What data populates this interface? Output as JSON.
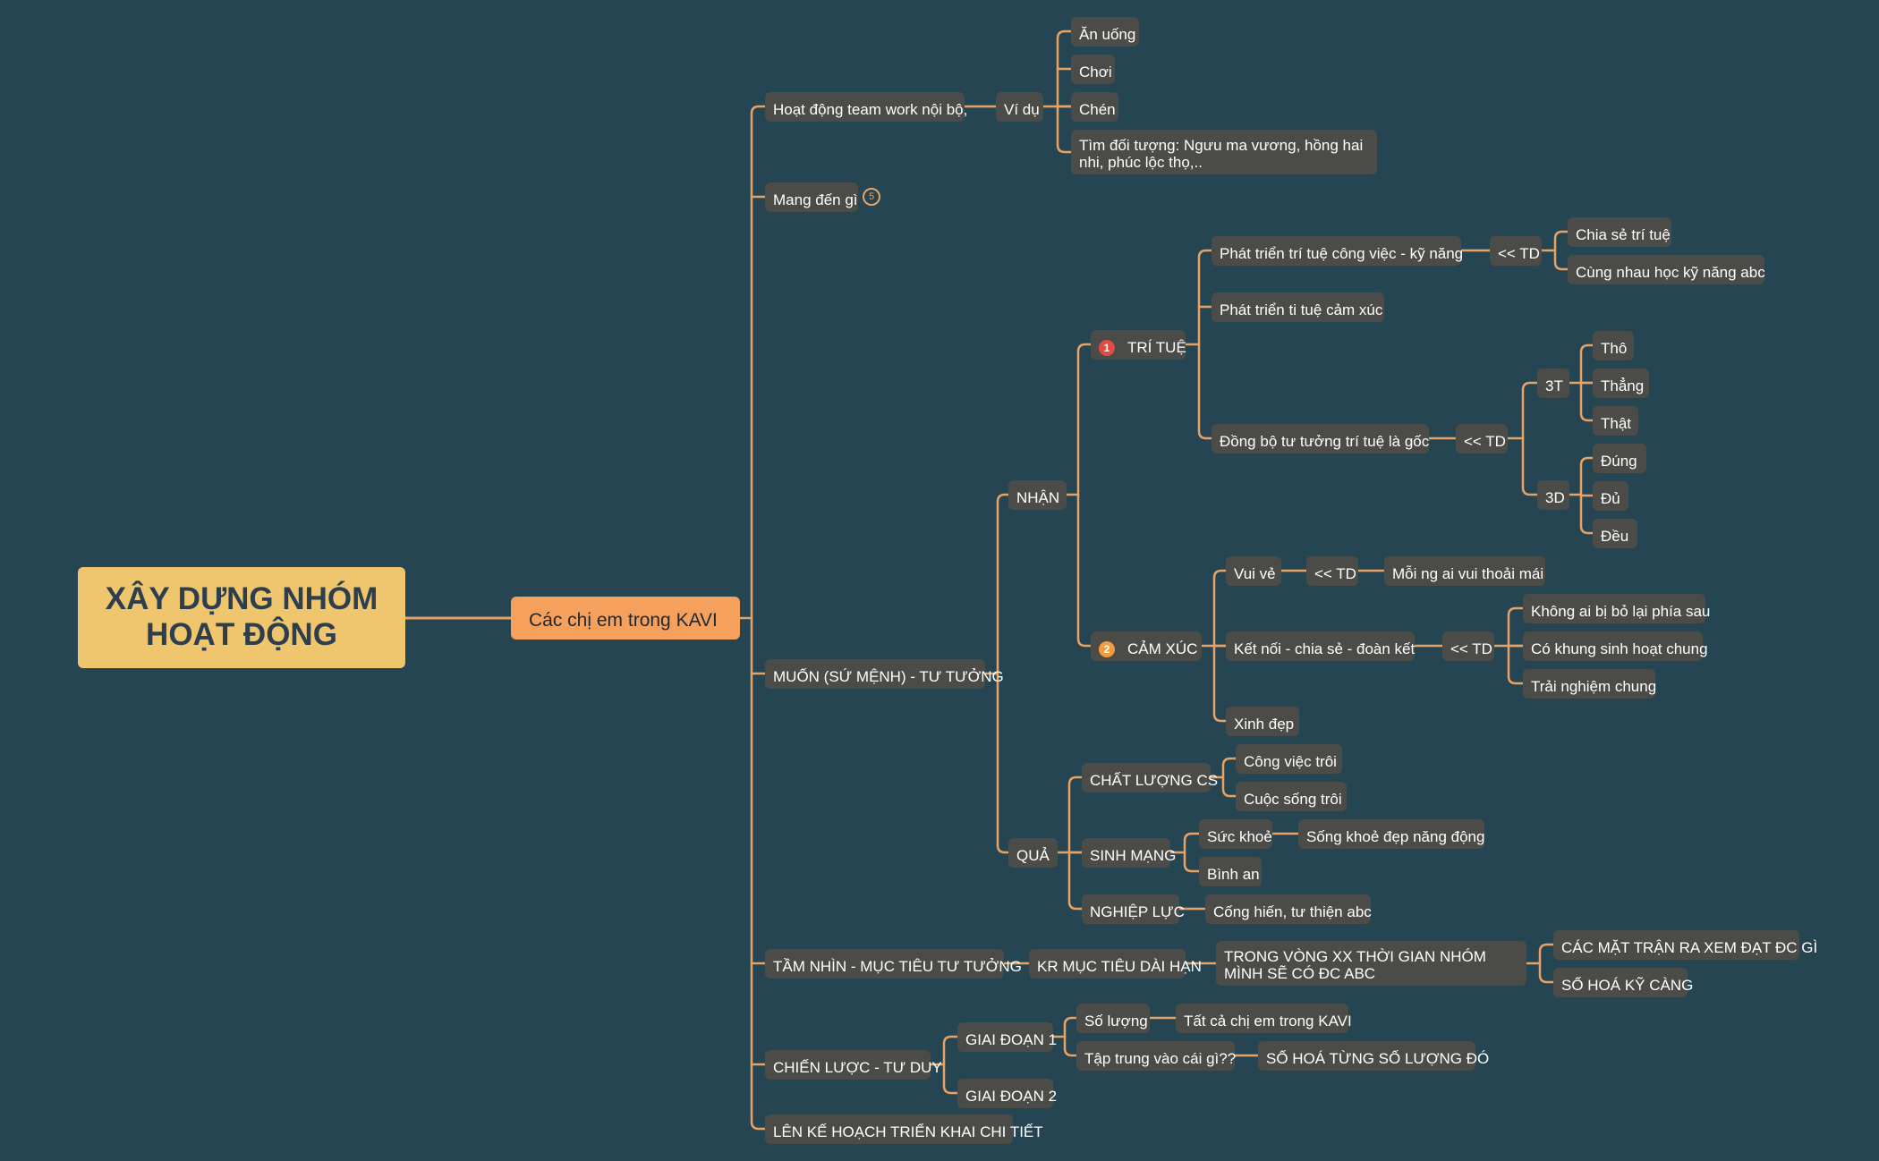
{
  "colors": {
    "background": "#264553",
    "branch": "#e8a264",
    "node": "#4b4c48",
    "root": "#efc56d",
    "main": "#f6a05d",
    "priority1": "#e04b45",
    "priority2": "#f39c3d"
  },
  "root": {
    "label": "XÂY DỰNG NHÓM HOẠT ĐỘNG"
  },
  "main": {
    "label": "Các chị em trong KAVI"
  },
  "nodes": {
    "hoat_dong": "Hoạt động team work nội bộ,",
    "vi_du": "Ví dụ",
    "an_uong": "Ăn uống",
    "choi": "Chơi",
    "chen": "Chén",
    "tim_doi_tuong": "Tìm đối tượng: Ngưu ma vương, hồng hai nhi, phúc lộc thọ,..",
    "mang_den_gi": "Mang đến gì",
    "mang_den_gi_collapsed_count": "5",
    "muon": "MUỐN (SỨ MỆNH) - TƯ TƯỞNG",
    "nhan": "NHẬN",
    "tri_tue": "TRÍ TUỆ",
    "tri_tue_priority": "1",
    "pt_tri_tue_cv": "Phát triển trí tuệ công việc - kỹ năng",
    "td1": "<< TD",
    "chia_se_tri_tue": "Chia sẻ trí tuệ",
    "cung_nhau_hoc": "Cùng nhau học kỹ năng abc",
    "pt_ti_tue_cam_xuc": "Phát triển ti tuệ cảm xúc",
    "dong_bo": "Đồng bộ tư tưởng trí tuệ là gốc",
    "td2": "<< TD",
    "t3": "3T",
    "tho": "Thô",
    "thang": "Thẳng",
    "that": "Thật",
    "d3": "3D",
    "dung": "Đúng",
    "du": "Đủ",
    "deu": "Đều",
    "cam_xuc": "CẢM XÚC",
    "cam_xuc_priority": "2",
    "vui_ve": "Vui vẻ",
    "td3": "<< TD",
    "moi_ng": "Mỗi ng ai vui thoải mái",
    "ket_noi": "Kết nối - chia sẻ - đoàn kết",
    "td4": "<< TD",
    "khong_ai": "Không ai bị bỏ lại phía sau",
    "co_khung": "Có khung sinh hoạt chung",
    "trai_nghiem": "Trải nghiệm chung",
    "xinh_dep": "Xinh đẹp",
    "qua": "QUẢ",
    "chat_luong": "CHẤT LƯỢNG CS",
    "cong_viec_troi": "Công việc trôi",
    "cuoc_song_troi": "Cuộc sống trôi",
    "sinh_mang": "SINH MẠNG",
    "suc_khoe": "Sức khoẻ",
    "song_khoe": "Sống khoẻ đẹp năng động",
    "binh_an": "Bình an",
    "nghiep_luc": "NGHIỆP LỰC",
    "cong_hien": "Cống hiến, tư thiện abc",
    "tam_nhin": "TẦM NHÌN - MỤC TIÊU TƯ TƯỞNG",
    "kr": "KR MỤC TIÊU DÀI HẠN",
    "trong_vong": "TRONG VÒNG XX THỜI GIAN NHÓM MÌNH SẼ CÓ ĐC ABC",
    "cac_mat_tran": "CÁC MẶT TRẬN RA XEM ĐẠT ĐC GÌ",
    "so_hoa_ky": "SỐ HOÁ KỸ CÀNG",
    "chien_luoc": "CHIẾN LƯỢC - TƯ DUY",
    "gd1": "GIAI ĐOẠN 1",
    "so_luong": "Số lượng",
    "tat_ca": "Tất cả chị em trong KAVI",
    "tap_trung": "Tập trung vào cái gì??",
    "so_hoa_tung": "SỐ HOÁ TỪNG SỐ LƯỢNG ĐÓ",
    "gd2": "GIAI ĐOẠN 2",
    "len_ke_hoach": "LÊN KẾ HOẠCH TRIỂN KHAI CHI TIẾT"
  }
}
